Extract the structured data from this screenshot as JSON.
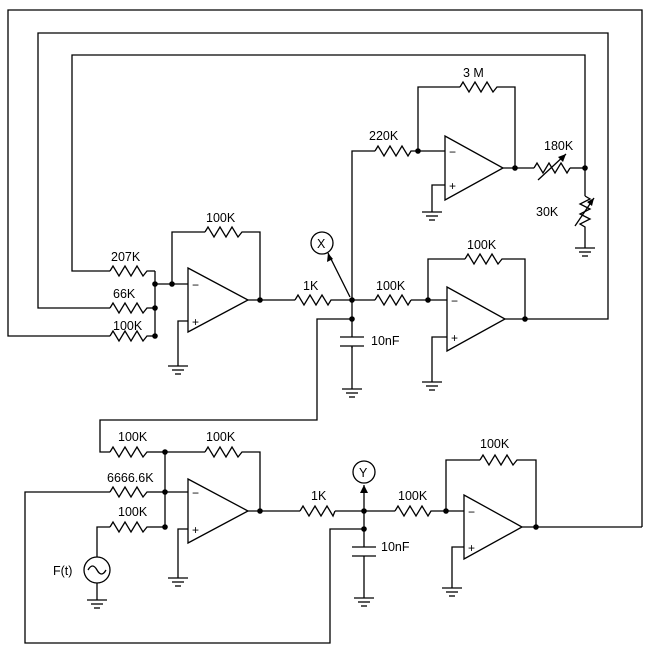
{
  "labels": {
    "r_3m": "3 M",
    "r_220k": "220K",
    "r_180k": "180K",
    "r_30k": "30K",
    "r_top_fb": "100K",
    "r_207k": "207K",
    "r_66k": "66K",
    "r_top_in100k": "100K",
    "r_top_1k": "1K",
    "c_top": "10nF",
    "r_mid_in": "100K",
    "r_mid_fb": "100K",
    "r_bot_in100k_a": "100K",
    "r_bot_fb": "100K",
    "r_bot_6666": "6666.6K",
    "r_bot_in100k_b": "100K",
    "r_bot_1k": "1K",
    "c_bot": "10nF",
    "r_bot2_in": "100K",
    "r_bot2_fb": "100K",
    "src": "F(t)",
    "probe_x": "X",
    "probe_y": "Y",
    "minus": "−",
    "plus": "+"
  }
}
